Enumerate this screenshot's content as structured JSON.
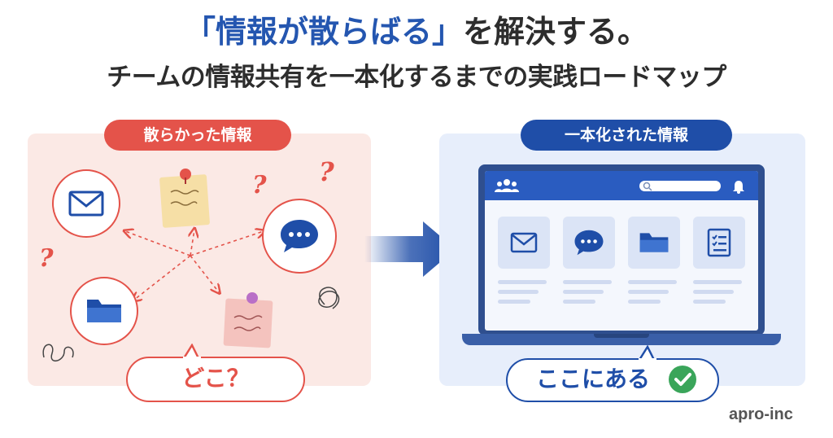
{
  "title": {
    "line1_highlight": "「情報が散らばる」",
    "line1_rest": "を解決する。",
    "line2": "チームの情報共有を一本化するまでの実践ロードマップ"
  },
  "left_panel": {
    "label": "散らかった情報",
    "bubble_text": "どこ？",
    "question_mark": "?"
  },
  "right_panel": {
    "label": "一本化された情報",
    "bubble_text": "ここにある"
  },
  "brand": "apro-inc",
  "colors": {
    "accent_red": "#e4534a",
    "accent_blue": "#1f4ea8",
    "left_bg": "#fbe9e5",
    "right_bg": "#e7eefb",
    "check_green": "#3aa55a"
  },
  "icons": [
    "mail-icon",
    "chat-icon",
    "folder-icon",
    "sticky-note-icon",
    "checklist-icon",
    "users-icon",
    "bell-icon",
    "search-icon",
    "check-icon",
    "arrow-right-icon"
  ]
}
